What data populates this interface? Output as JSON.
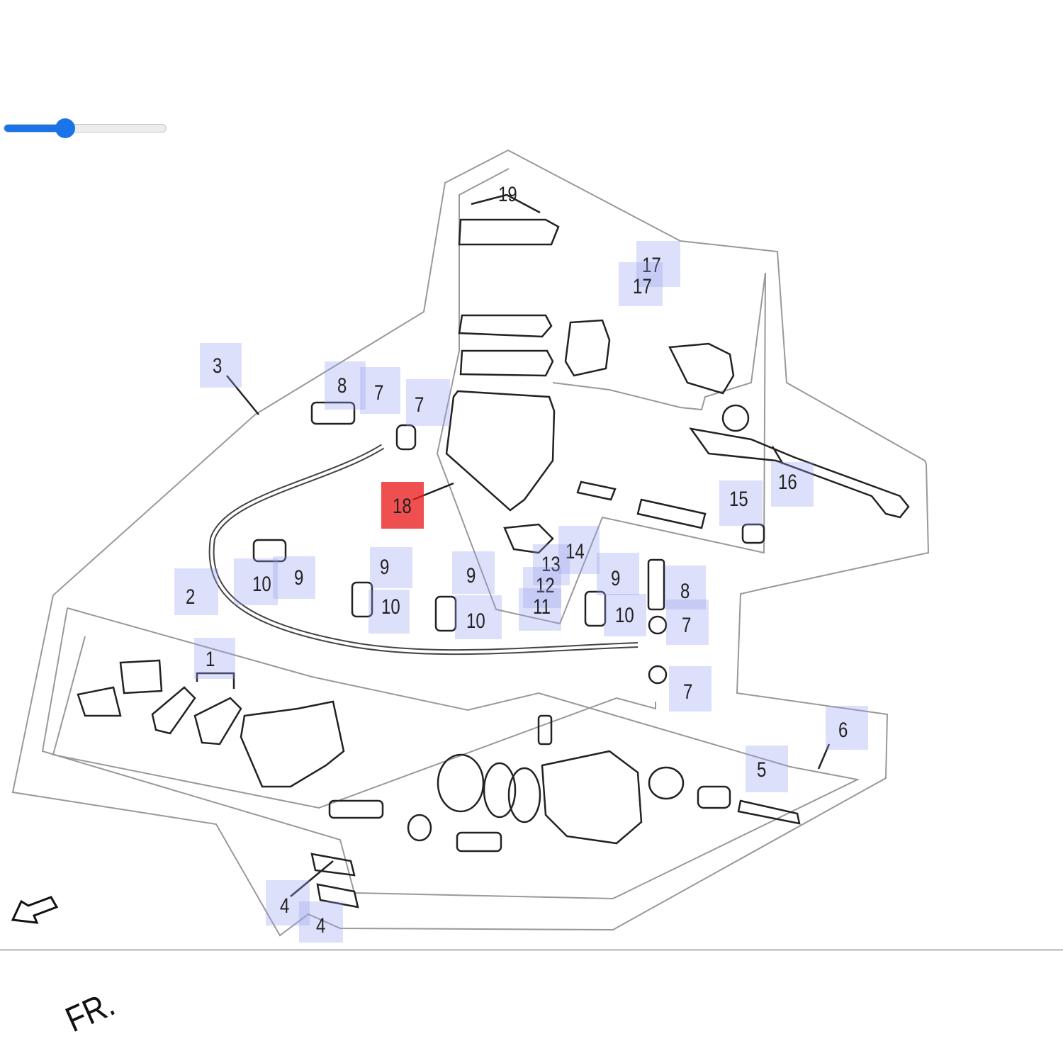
{
  "viewer": {
    "zoom": {
      "value": 0.38
    }
  },
  "diagram": {
    "direction_label": "FR.",
    "selected_part": "18",
    "callouts": [
      {
        "id": "c19",
        "part": "19",
        "boxed": false
      },
      {
        "id": "c17a",
        "part": "17",
        "boxed": true
      },
      {
        "id": "c17b",
        "part": "17",
        "boxed": true
      },
      {
        "id": "c3",
        "part": "3",
        "boxed": true
      },
      {
        "id": "c8a",
        "part": "8",
        "boxed": true
      },
      {
        "id": "c7a",
        "part": "7",
        "boxed": true
      },
      {
        "id": "c7b",
        "part": "7",
        "boxed": true
      },
      {
        "id": "c18",
        "part": "18",
        "boxed": true
      },
      {
        "id": "c16",
        "part": "16",
        "boxed": true
      },
      {
        "id": "c15",
        "part": "15",
        "boxed": true
      },
      {
        "id": "c14",
        "part": "14",
        "boxed": true
      },
      {
        "id": "c13",
        "part": "13",
        "boxed": true
      },
      {
        "id": "c12",
        "part": "12",
        "boxed": true
      },
      {
        "id": "c11",
        "part": "11",
        "boxed": true
      },
      {
        "id": "c10a",
        "part": "10",
        "boxed": true
      },
      {
        "id": "c9a",
        "part": "9",
        "boxed": true
      },
      {
        "id": "c2",
        "part": "2",
        "boxed": true
      },
      {
        "id": "c9b",
        "part": "9",
        "boxed": true
      },
      {
        "id": "c10b",
        "part": "10",
        "boxed": true
      },
      {
        "id": "c9c",
        "part": "9",
        "boxed": true
      },
      {
        "id": "c10c",
        "part": "10",
        "boxed": true
      },
      {
        "id": "c9d",
        "part": "9",
        "boxed": true
      },
      {
        "id": "c10d",
        "part": "10",
        "boxed": true
      },
      {
        "id": "c8b",
        "part": "8",
        "boxed": true
      },
      {
        "id": "c7c",
        "part": "7",
        "boxed": true
      },
      {
        "id": "c7d",
        "part": "7",
        "boxed": true
      },
      {
        "id": "c1",
        "part": "1",
        "boxed": true
      },
      {
        "id": "c6",
        "part": "6",
        "boxed": true
      },
      {
        "id": "c5",
        "part": "5",
        "boxed": true
      },
      {
        "id": "c4a",
        "part": "4",
        "boxed": true
      },
      {
        "id": "c4b",
        "part": "4",
        "boxed": true
      }
    ]
  }
}
